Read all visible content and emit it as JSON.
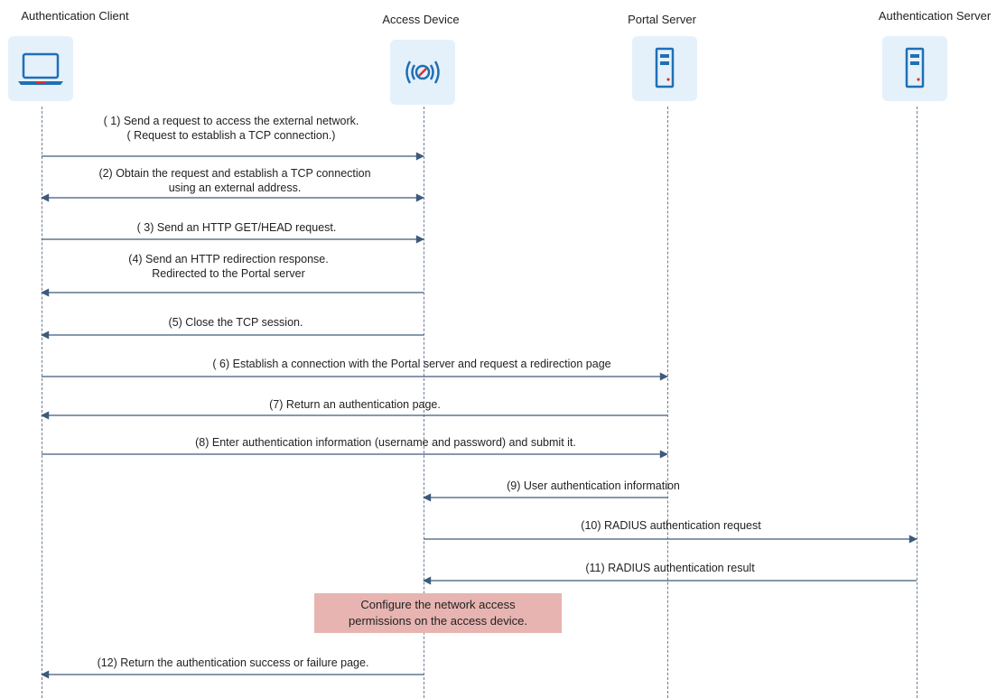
{
  "actors": {
    "client": "Authentication Client",
    "access": "Access Device",
    "portal": "Portal Server",
    "auth": "Authentication Server"
  },
  "messages": [
    {
      "line1": "( 1) Send a request to access the  external network.",
      "line2": "( Request to establish a TCP connection.)"
    },
    {
      "line1": "(2) Obtain the request and establish a TCP connection",
      "line2": "using an external address."
    },
    {
      "line1": "( 3) Send an HTTP GET/HEAD request.",
      "line2": ""
    },
    {
      "line1": "(4) Send an HTTP redirection response.",
      "line2": "Redirected to the Portal server"
    },
    {
      "line1": "(5) Close the TCP session.",
      "line2": ""
    },
    {
      "line1": "( 6) Establish a connection with the Portal server and request a redirection page",
      "line2": ""
    },
    {
      "line1": "(7) Return an authentication page.",
      "line2": ""
    },
    {
      "line1": "(8) Enter authentication information (username and password) and submit it.",
      "line2": ""
    },
    {
      "line1": "(9) User authentication information",
      "line2": ""
    },
    {
      "line1": "(10) RADIUS authentication request",
      "line2": ""
    },
    {
      "line1": "(11) RADIUS authentication result",
      "line2": ""
    },
    {
      "line1": "(12) Return the authentication success or failure page.",
      "line2": ""
    }
  ],
  "note": {
    "line1": "Configure the network access",
    "line2": "permissions on the access device."
  },
  "colors": {
    "icon_bg": "#e4f1fb",
    "icon_stroke": "#1f6fb5",
    "accent_red": "#d9342b",
    "arrow": "#3d5a7a",
    "note_bg": "#e7b4b1"
  }
}
